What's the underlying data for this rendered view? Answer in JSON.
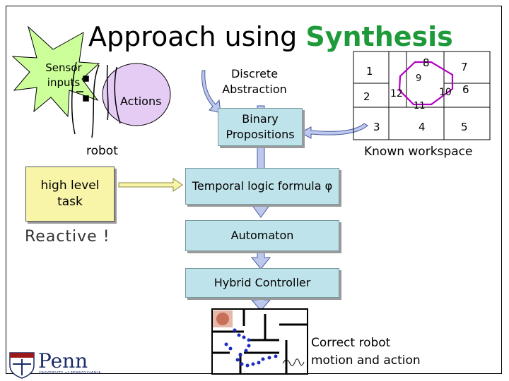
{
  "title": {
    "prefix": "Approach using",
    "highlight": "Synthesis"
  },
  "sensor_label": "Sensor inputs",
  "actions_label": "Actions",
  "robot_label": "robot",
  "boxes": {
    "discrete_abstraction": "Discrete Abstraction",
    "binary_propositions": "Binary Propositions",
    "temporal_logic": "Temporal logic formula φ",
    "automaton": "Automaton",
    "hybrid_controller": "Hybrid Controller"
  },
  "task": {
    "label": "high level task",
    "reactive": "Reactive !"
  },
  "workspace": {
    "caption": "Known workspace",
    "regions": [
      "1",
      "2",
      "3",
      "4",
      "5",
      "6",
      "7",
      "8",
      "9",
      "10",
      "11",
      "12"
    ],
    "highlight_color": "#b000c0"
  },
  "result_caption": "Correct robot motion and action",
  "logo": {
    "name": "Penn",
    "sub": "UNIVERSITY of PENNSYLVANIA"
  },
  "colors": {
    "box_fill": "#bfe3ea",
    "arrow_fill": "#bcc8ee",
    "synthesis": "#1f9a3a",
    "task_fill": "#f8f4a8"
  }
}
